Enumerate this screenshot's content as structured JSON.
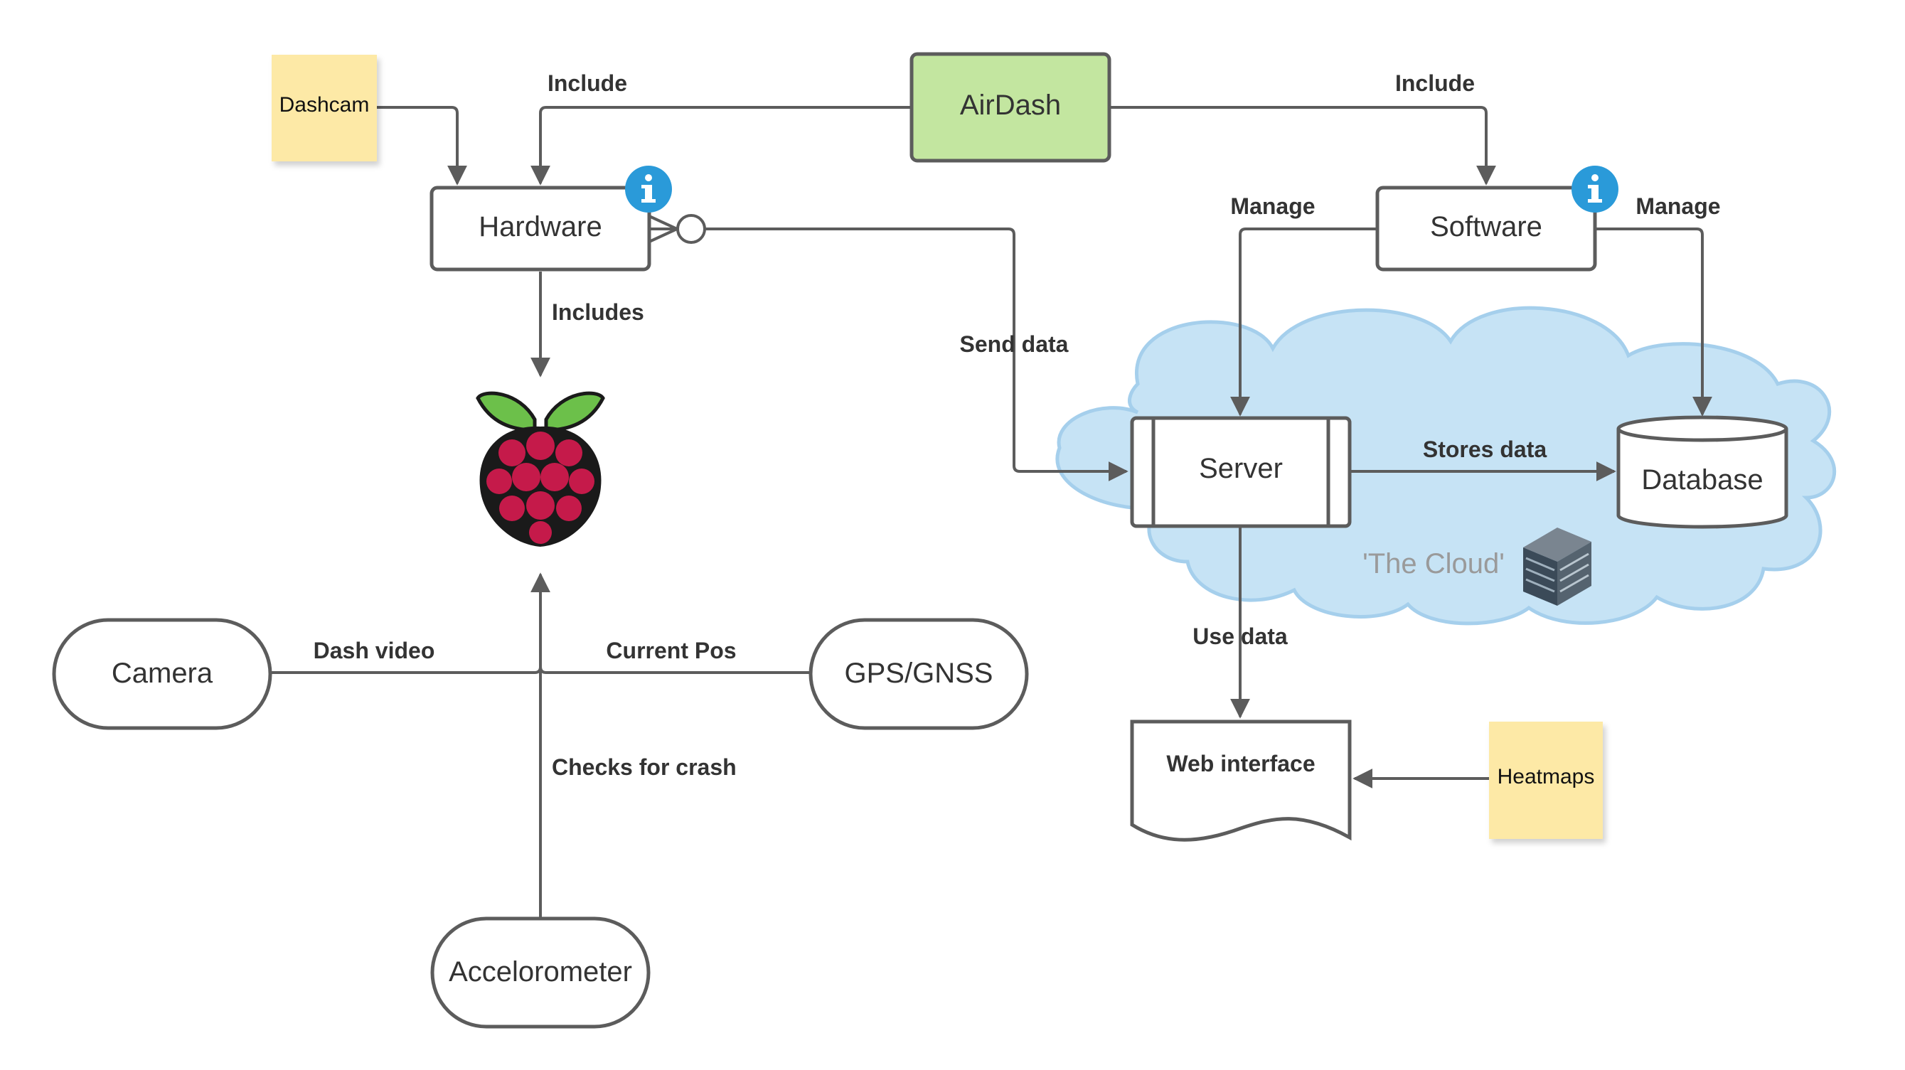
{
  "diagram": {
    "nodes": {
      "airdash": "AirDash",
      "hardware": "Hardware",
      "software": "Software",
      "server": "Server",
      "database": "Database",
      "camera": "Camera",
      "gps": "GPS/GNSS",
      "accelerometer": "Accelorometer",
      "web_interface": "Web interface"
    },
    "notes": {
      "dashcam": "Dashcam",
      "heatmaps": "Heatmaps"
    },
    "edges": {
      "include_hardware": "Include",
      "include_software": "Include",
      "includes": "Includes",
      "manage_server": "Manage",
      "manage_database": "Manage",
      "send_data": "Send data",
      "stores_data": "Stores data",
      "use_data": "Use data",
      "dash_video": "Dash video",
      "current_pos": "Current Pos",
      "checks_for_crash": "Checks for crash"
    },
    "cloud_label": "'The Cloud'",
    "icons": [
      "info-icon",
      "info-icon",
      "raspberry-pi-icon",
      "server-rack-icon"
    ],
    "colors": {
      "airdash_fill": "#c3e6a0",
      "note_fill": "#fde9a6",
      "cloud_fill": "#c6e3f5",
      "cloud_stroke": "#a5cfec",
      "info_badge": "#2a9ad9",
      "raspberry_red": "#c51a4a",
      "leaf_green": "#6cc04a",
      "line": "#5c5c5c"
    }
  }
}
